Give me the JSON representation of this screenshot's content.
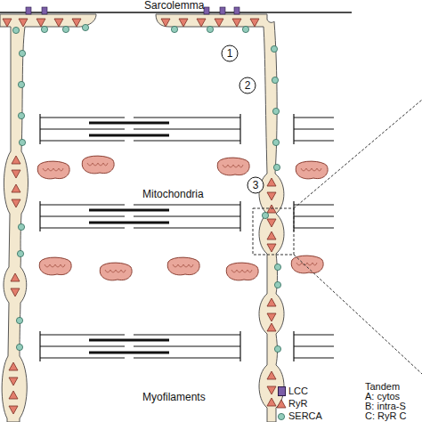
{
  "diagram": {
    "labels": [
      "Sarcolemma",
      "1",
      "2",
      "3",
      "Mitochondria",
      "Myofilaments",
      "Tandem",
      "A: cytos",
      "B: intra-S",
      "C: RyR C"
    ],
    "legend": [
      {
        "text": "LCC",
        "color": "#7b5ea7"
      },
      {
        "text": "RyR"
      },
      {
        "text": "SERCA"
      }
    ]
  }
}
